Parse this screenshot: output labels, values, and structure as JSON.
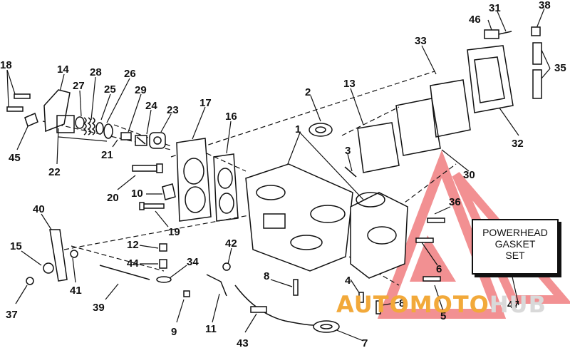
{
  "diagram": {
    "callouts": [
      {
        "id": "c18",
        "text": "18"
      },
      {
        "id": "c14",
        "text": "14"
      },
      {
        "id": "c28",
        "text": "28"
      },
      {
        "id": "c27",
        "text": "27"
      },
      {
        "id": "c25",
        "text": "25"
      },
      {
        "id": "c26",
        "text": "26"
      },
      {
        "id": "c29",
        "text": "29"
      },
      {
        "id": "c24",
        "text": "24"
      },
      {
        "id": "c23",
        "text": "23"
      },
      {
        "id": "c17",
        "text": "17"
      },
      {
        "id": "c16",
        "text": "16"
      },
      {
        "id": "c45",
        "text": "45"
      },
      {
        "id": "c22",
        "text": "22"
      },
      {
        "id": "c21",
        "text": "21"
      },
      {
        "id": "c20",
        "text": "20"
      },
      {
        "id": "c10",
        "text": "10"
      },
      {
        "id": "c19",
        "text": "19"
      },
      {
        "id": "c40",
        "text": "40"
      },
      {
        "id": "c15",
        "text": "15"
      },
      {
        "id": "c12",
        "text": "12"
      },
      {
        "id": "c44",
        "text": "44"
      },
      {
        "id": "c42",
        "text": "42"
      },
      {
        "id": "c34",
        "text": "34"
      },
      {
        "id": "c41",
        "text": "41"
      },
      {
        "id": "c37",
        "text": "37"
      },
      {
        "id": "c39",
        "text": "39"
      },
      {
        "id": "c8a",
        "text": "8"
      },
      {
        "id": "c9",
        "text": "9"
      },
      {
        "id": "c11",
        "text": "11"
      },
      {
        "id": "c43",
        "text": "43"
      },
      {
        "id": "c2",
        "text": "2"
      },
      {
        "id": "c1",
        "text": "1"
      },
      {
        "id": "c13",
        "text": "13"
      },
      {
        "id": "c3",
        "text": "3"
      },
      {
        "id": "c31",
        "text": "31"
      },
      {
        "id": "c46",
        "text": "46"
      },
      {
        "id": "c38",
        "text": "38"
      },
      {
        "id": "c33",
        "text": "33"
      },
      {
        "id": "c35",
        "text": "35"
      },
      {
        "id": "c32",
        "text": "32"
      },
      {
        "id": "c30",
        "text": "30"
      },
      {
        "id": "c36",
        "text": "36"
      },
      {
        "id": "c6",
        "text": "6"
      },
      {
        "id": "c4",
        "text": "4"
      },
      {
        "id": "c8b",
        "text": "8"
      },
      {
        "id": "c5",
        "text": "5"
      },
      {
        "id": "c7",
        "text": "7"
      },
      {
        "id": "c47",
        "text": "47"
      }
    ]
  },
  "kit_box": {
    "line1": "POWERHEAD",
    "line2": "GASKET",
    "line3": "SET"
  },
  "watermark": {
    "word_a": "AUTOMOTO",
    "word_b": "HUB",
    "colors": {
      "triangle": "#e8363a",
      "word_a": "#f2a93a",
      "word_b": "#d9d9d9"
    }
  }
}
